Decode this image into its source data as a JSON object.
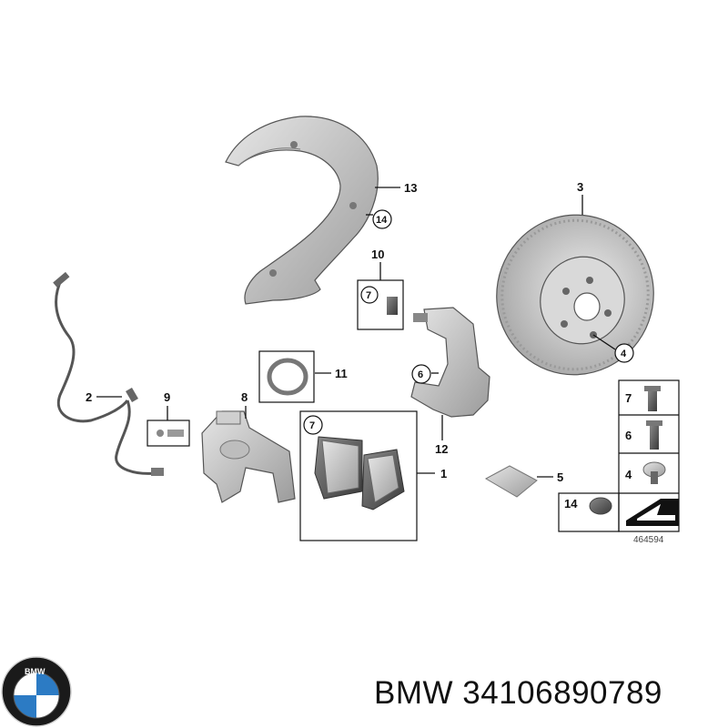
{
  "diagram": {
    "callouts": {
      "c1": "1",
      "c2": "2",
      "c3": "3",
      "c4": "4",
      "c5": "5",
      "c6": "6",
      "c8": "8",
      "c9": "9",
      "c10": "10",
      "c11": "11",
      "c12": "12",
      "c13": "13",
      "c14": "14"
    },
    "circled": {
      "c14": "14",
      "c7_top": "7",
      "c6": "6",
      "c4": "4",
      "c7_pads": "7"
    },
    "hardware_legend": [
      "7",
      "6",
      "4",
      "14"
    ],
    "drawing_number": "464594"
  },
  "footer": {
    "brand": "BMW",
    "part_number": "34106890789",
    "logo_text": "BMW",
    "colors": {
      "logo_blue": "#2c7bc4",
      "logo_ring": "#1a1a1a"
    }
  }
}
